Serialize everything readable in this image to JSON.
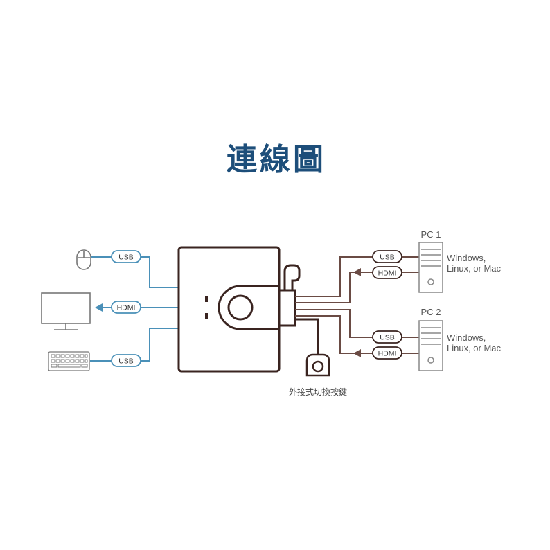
{
  "title": "連線圖",
  "ports": {
    "left_usb_top": "USB",
    "left_hdmi": "HDMI",
    "left_usb_bottom": "USB",
    "pc1_usb": "USB",
    "pc1_hdmi": "HDMI",
    "pc2_usb": "USB",
    "pc2_hdmi": "HDMI"
  },
  "pc1": {
    "label": "PC 1",
    "os_line1": "Windows,",
    "os_line2": "Linux, or Mac"
  },
  "pc2": {
    "label": "PC 2",
    "os_line1": "Windows,",
    "os_line2": "Linux, or Mac"
  },
  "external_button_caption": "外接式切換按鍵",
  "colors": {
    "title": "#1d4e7a",
    "blue_cable": "#4a90b8",
    "device_brown": "#3a2420",
    "pc_cable": "#6a4b44",
    "outline_gray": "#777777"
  }
}
